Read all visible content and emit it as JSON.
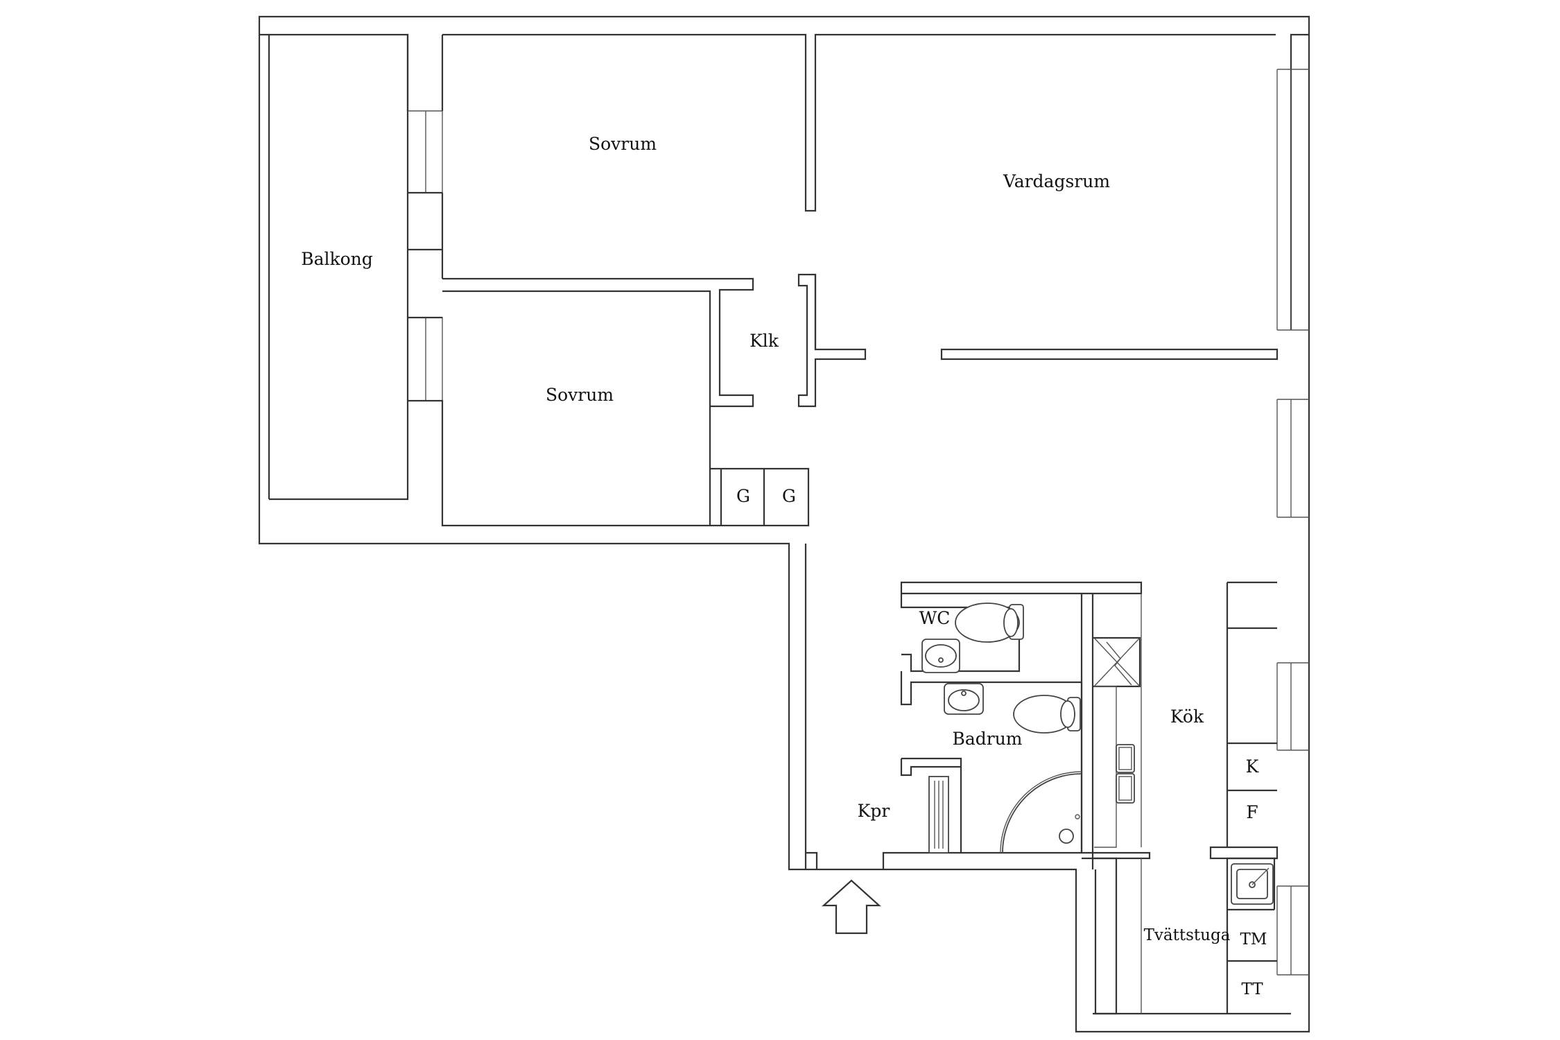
{
  "rooms": {
    "balkong": "Balkong",
    "sovrum_top": "Sovrum",
    "sovrum_bottom": "Sovrum",
    "vardagsrum": "Vardagsrum",
    "klk": "Klk",
    "g1": "G",
    "g2": "G",
    "wc": "WC",
    "badrum": "Badrum",
    "kok": "Kök",
    "kpr": "Kpr",
    "k": "K",
    "f": "F",
    "tvattstuga": "Tvättstuga",
    "tm": "TM",
    "tt": "TT"
  },
  "colors": {
    "wall": "#333333",
    "background": "#ffffff",
    "text": "#111111"
  },
  "icons": {
    "entrance": "entrance-arrow-icon",
    "toilet": "toilet-icon",
    "sink": "sink-icon",
    "shower": "shower-icon",
    "radiator": "radiator-icon",
    "kitchen_sink": "kitchen-sink-icon",
    "laundry_sink": "laundry-sink-icon",
    "stove": "stove-icon"
  }
}
